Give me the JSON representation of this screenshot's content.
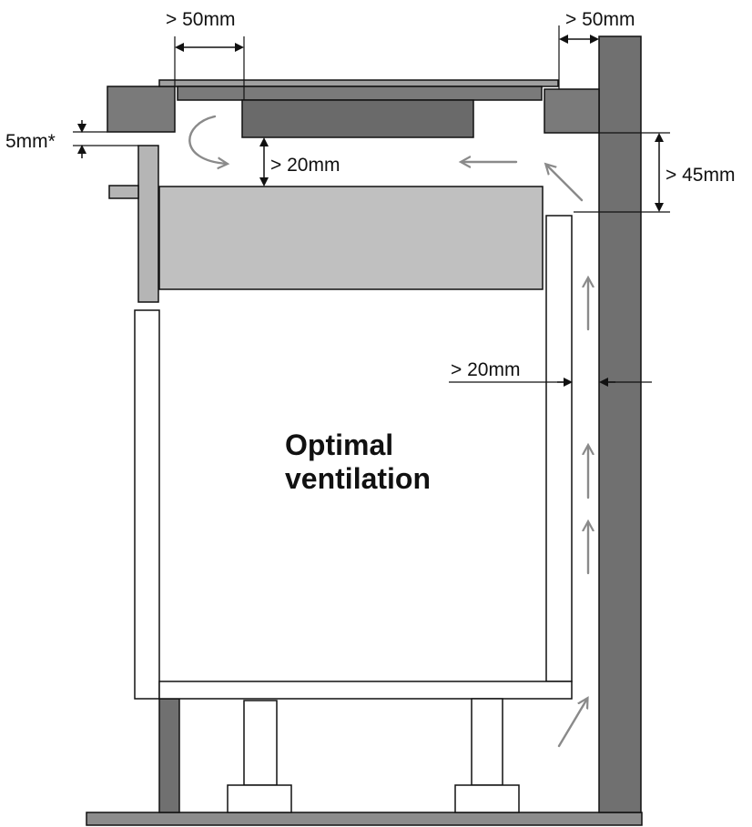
{
  "labels": {
    "gap_top_left": "> 50mm",
    "gap_top_right": "> 50mm",
    "gap_5mm": "5mm*",
    "gap_under_hob": "> 20mm",
    "gap_45mm": "> 45mm",
    "gap_back": "> 20mm",
    "title_line1": "Optimal",
    "title_line2": "ventilation"
  },
  "colors": {
    "wall": "#707070",
    "worktop_block": "#7a7a7a",
    "hob_body": "#6a6a6a",
    "hob_glass": "#a0a0a0",
    "oven": "#c0c0c0",
    "oven_door": "#b5b5b5",
    "airflow_arrow": "#8a8a8a",
    "outline": "#111111",
    "floor": "#8c8c8c"
  },
  "icons": [
    "airflow-arrow-icon",
    "dimension-arrow-icon"
  ]
}
